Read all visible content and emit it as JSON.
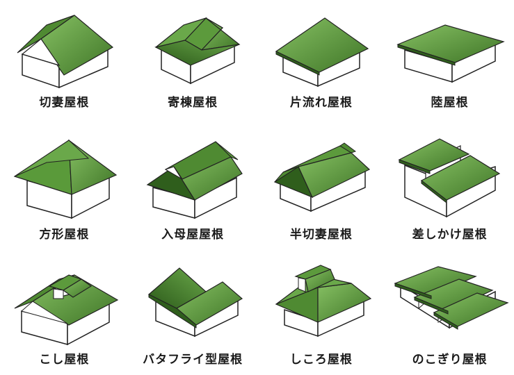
{
  "colors": {
    "roof_light": "#7bb55a",
    "roof_mid": "#4f8a32",
    "roof_dark": "#2f5e1c",
    "wall": "#ffffff",
    "outline": "#222222"
  },
  "roof_types": [
    {
      "label": "切妻屋根",
      "icon": "gable-roof-icon"
    },
    {
      "label": "寄棟屋根",
      "icon": "hip-roof-icon"
    },
    {
      "label": "片流れ屋根",
      "icon": "shed-roof-icon"
    },
    {
      "label": "陸屋根",
      "icon": "flat-roof-icon"
    },
    {
      "label": "方形屋根",
      "icon": "pyramid-roof-icon"
    },
    {
      "label": "入母屋屋根",
      "icon": "irimoya-roof-icon"
    },
    {
      "label": "半切妻屋根",
      "icon": "half-gable-roof-icon"
    },
    {
      "label": "差しかけ屋根",
      "icon": "lean-to-roof-icon"
    },
    {
      "label": "こし屋根",
      "icon": "koshi-roof-icon"
    },
    {
      "label": "バタフライ型屋根",
      "icon": "butterfly-roof-icon"
    },
    {
      "label": "しころ屋根",
      "icon": "shikoro-roof-icon"
    },
    {
      "label": "のこぎり屋根",
      "icon": "sawtooth-roof-icon"
    }
  ]
}
